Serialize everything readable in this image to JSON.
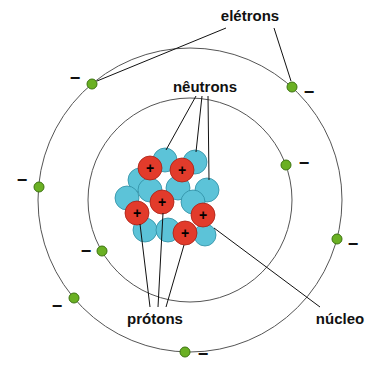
{
  "diagram": {
    "labels": [
      "elétrons",
      "nêutrons",
      "−",
      "−",
      "−",
      "−",
      "−",
      "−",
      "−",
      "−",
      "+",
      "+",
      "+",
      "+",
      "+",
      "+",
      "prótons",
      "núcleo"
    ]
  }
}
